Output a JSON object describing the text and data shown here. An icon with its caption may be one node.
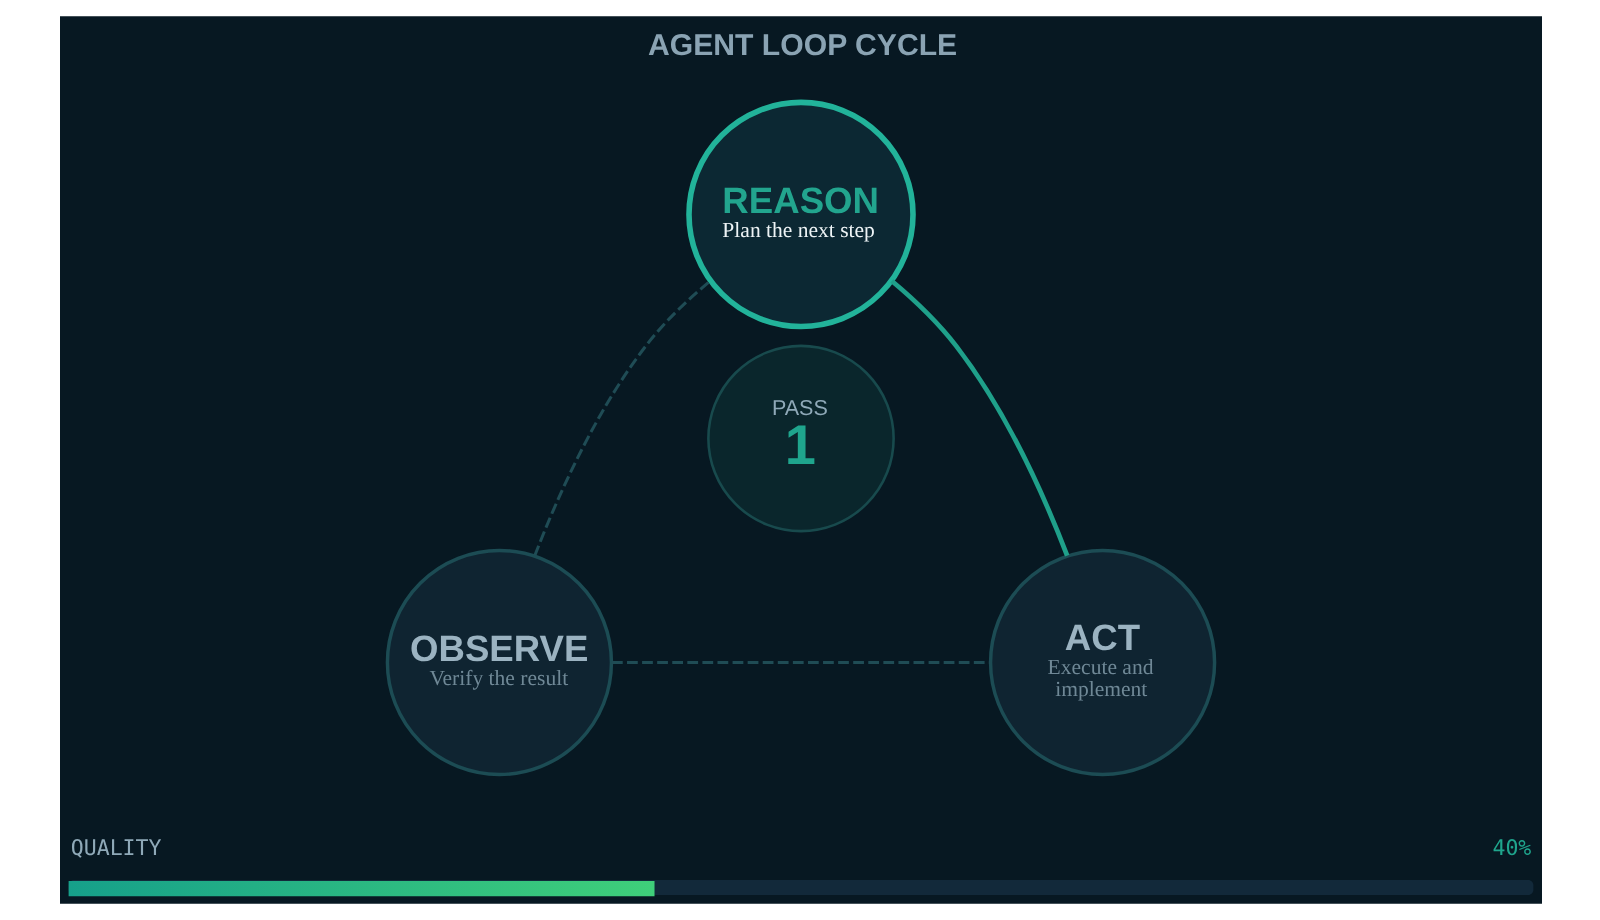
{
  "diagram": {
    "title": "AGENT LOOP CYCLE",
    "nodes": [
      {
        "text": [
          "REASON",
          "Plan the next step"
        ]
      },
      {
        "text": [
          "PASS",
          "1"
        ]
      },
      {
        "text": [
          "OBSERVE",
          "Verify the result"
        ]
      },
      {
        "text": [
          "ACT",
          "Execute and implement"
        ]
      }
    ],
    "edges": [
      {
        "from": 0,
        "to": 3,
        "arrow": "none",
        "color": "#1fa08a"
      },
      {
        "from": 2,
        "to": 3,
        "arrow": "none",
        "style": "dashed"
      },
      {
        "from": 2,
        "to": 0,
        "arrow": "none",
        "style": "dashed"
      }
    ],
    "labels": [
      "QUALITY",
      "40%"
    ]
  }
}
